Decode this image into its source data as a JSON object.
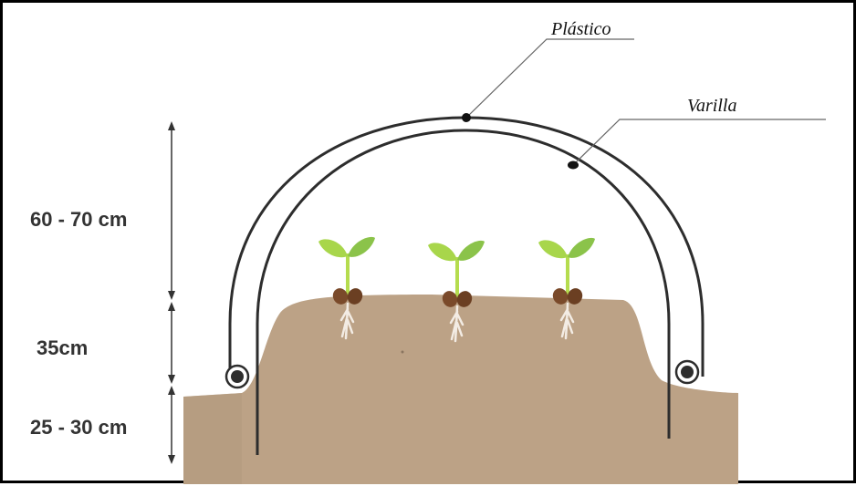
{
  "labels": {
    "plastic": "Plástico",
    "rod": "Varilla"
  },
  "dimensions": {
    "arch_height": "60 - 70 cm",
    "bed_height": "35cm",
    "depth": "25 - 30 cm"
  },
  "colors": {
    "soil": "#bca286",
    "soil_shade": "#b29a7f",
    "arch": "#2d2d2d",
    "leaf_light": "#a8d64b",
    "leaf_dark": "#8bc34a",
    "stem": "#b5dc4f",
    "seed": "#7a4a2a",
    "root": "#f3ece4"
  },
  "icons": [
    "seedling-icon",
    "anchor-ring-icon",
    "dimension-arrow-icon"
  ]
}
